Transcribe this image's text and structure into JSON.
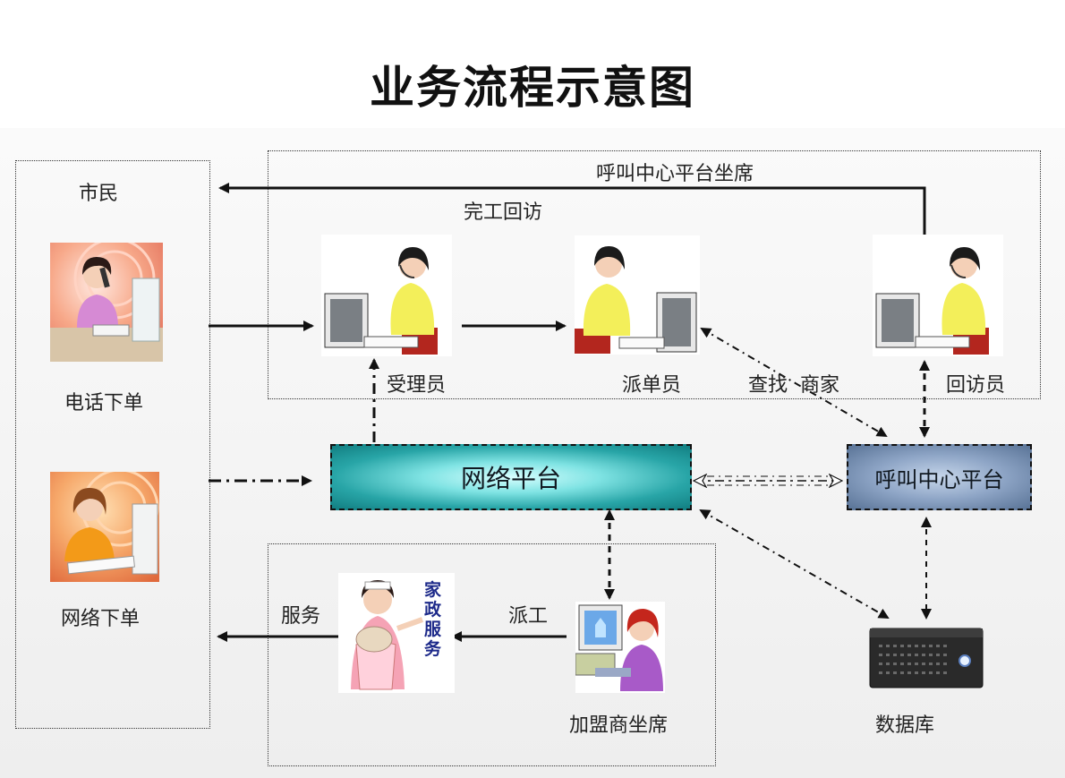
{
  "title": "业务流程示意图",
  "nodes": {
    "citizen": "市民",
    "phone_order": "电话下单",
    "online_order": "网络下单",
    "acceptor": "受理员",
    "dispatcher": "派单员",
    "revisitor": "回访员",
    "network_platform": "网络平台",
    "call_center_platform": "呼叫中心平台",
    "franchise_seat": "加盟商坐席",
    "database": "数据库",
    "housekeeping_badge": "家政服务"
  },
  "edge_labels": {
    "call_center_seat": "呼叫中心平台坐席",
    "completion_revisit": "完工回访",
    "lookup_merchant": "查找  商家",
    "service": "服务",
    "dispatch_work": "派工"
  },
  "icons": [
    "woman-phone-icon",
    "woman-computer-icon",
    "operator-headset-icon",
    "housekeeper-icon",
    "franchise-operator-icon",
    "server-icon"
  ]
}
